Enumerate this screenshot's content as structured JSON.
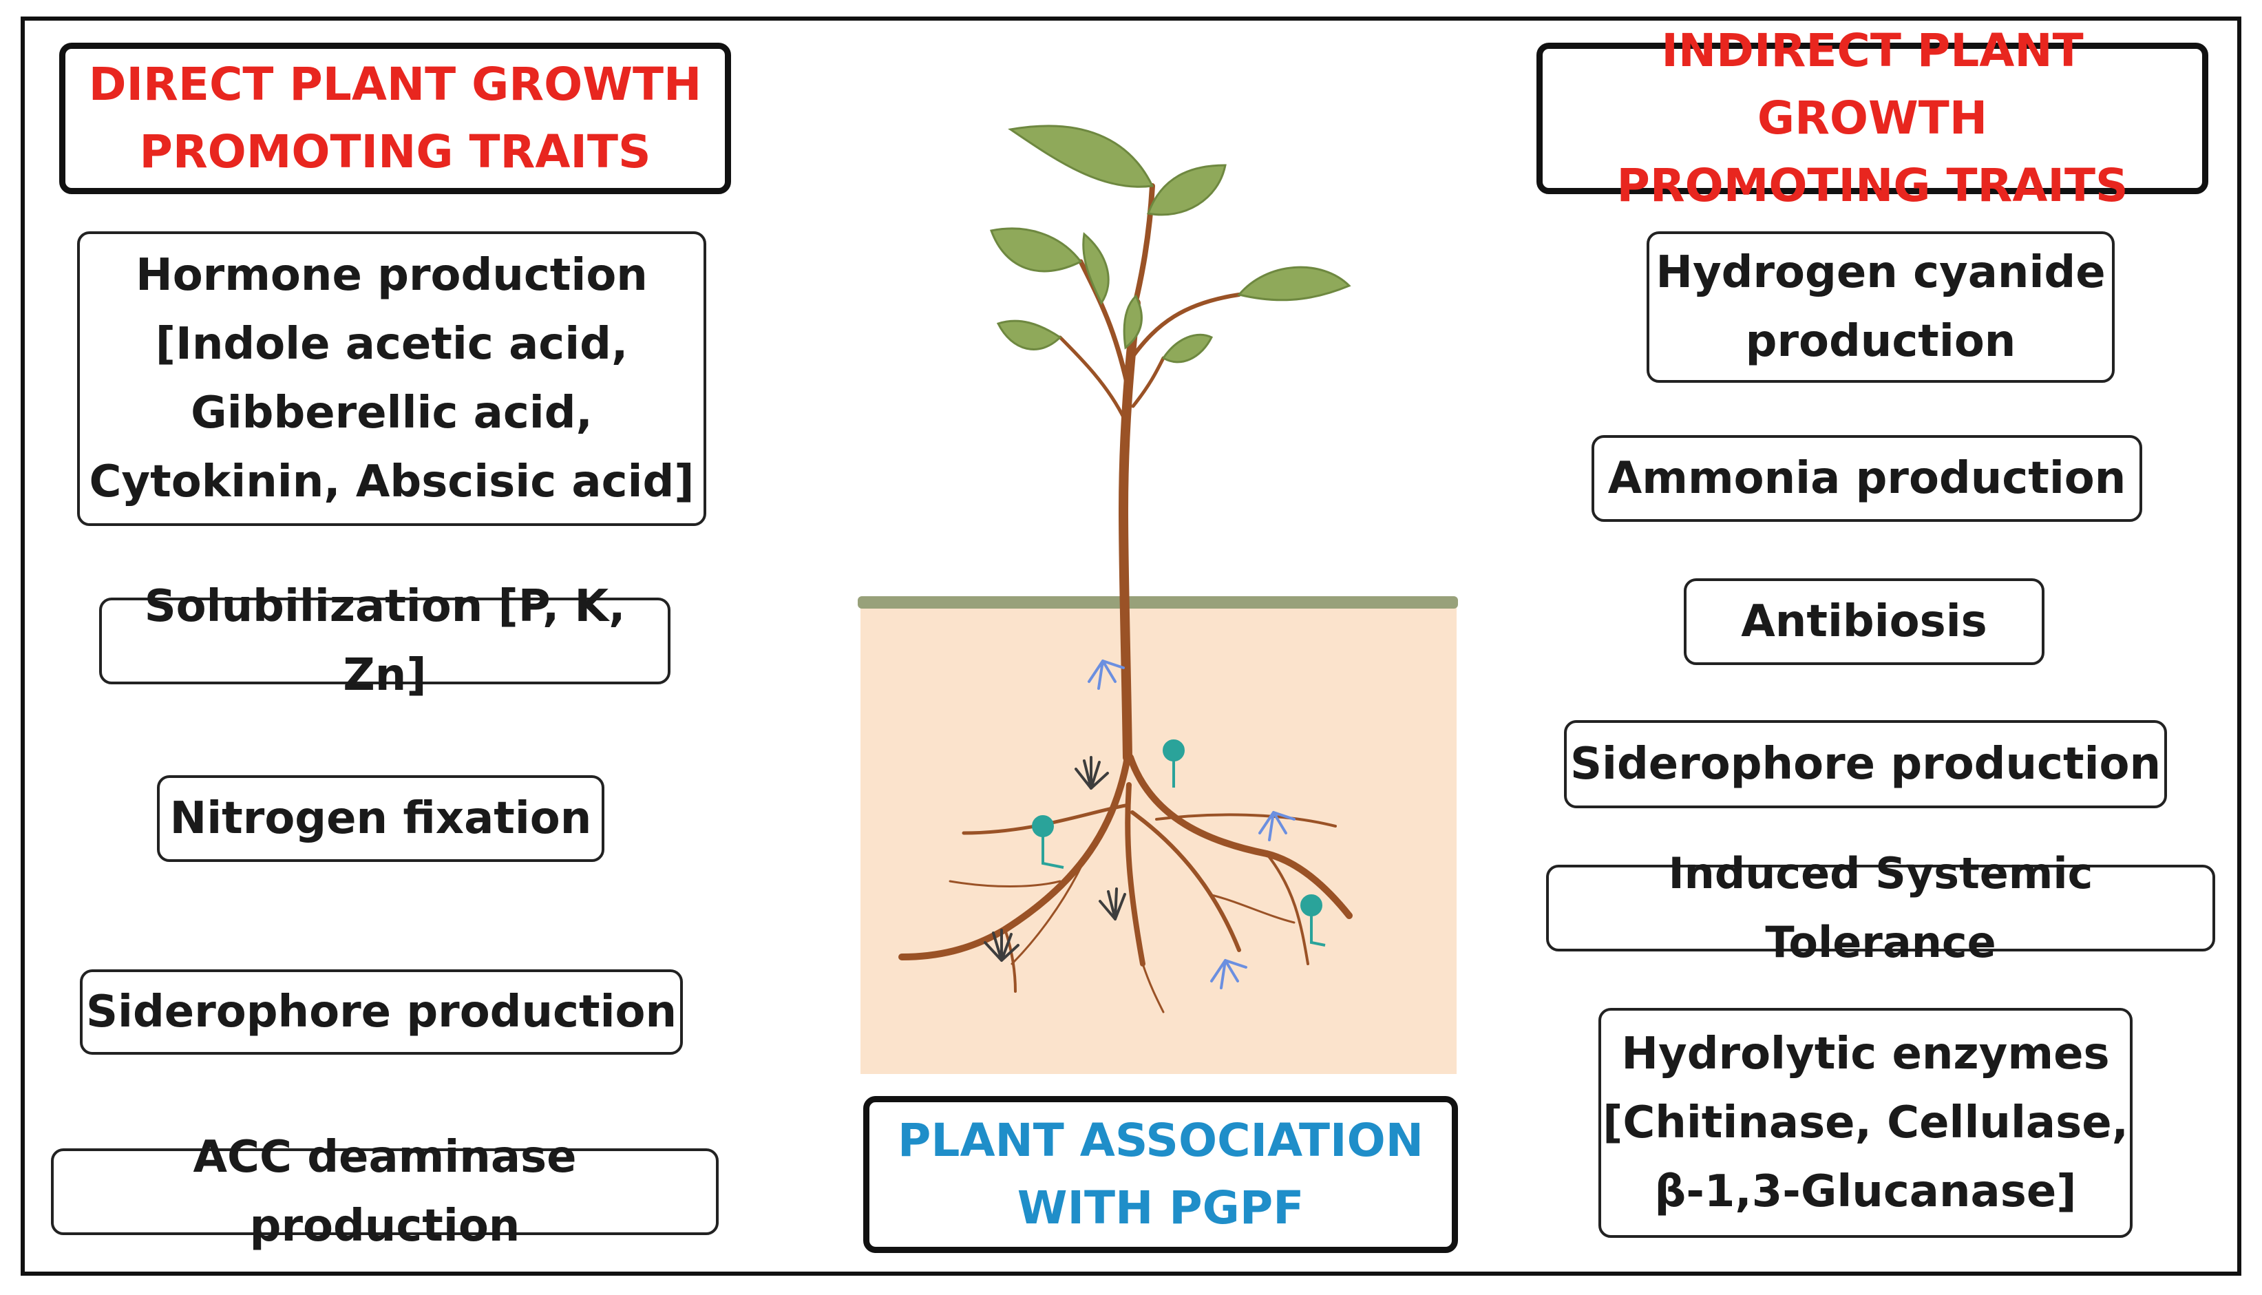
{
  "direct": {
    "header": "DIRECT PLANT GROWTH\nPROMOTING TRAITS",
    "items": [
      "Hormone production\n[Indole acetic acid,\nGibberellic acid,\nCytokinin, Abscisic acid]",
      "Solubilization [P, K, Zn]",
      "Nitrogen fixation",
      "Siderophore production",
      "ACC deaminase production"
    ]
  },
  "indirect": {
    "header": "INDIRECT PLANT GROWTH\nPROMOTING TRAITS",
    "items": [
      "Hydrogen cyanide\nproduction",
      "Ammonia production",
      "Antibiosis",
      "Siderophore production",
      "Induced Systemic Tolerance",
      "Hydrolytic enzymes\n[Chitinase, Cellulase,\nβ-1,3-Glucanase]"
    ]
  },
  "center": {
    "label": "PLANT ASSOCIATION\nWITH PGPF"
  },
  "colors": {
    "direct_header": "#e8261f",
    "indirect_header": "#e8261f",
    "center_label": "#1f8ec9",
    "soil": "#fbe3cc",
    "ground_line": "#98a17a",
    "stem_root": "#9a5226",
    "leaf": "#8fa95a"
  }
}
